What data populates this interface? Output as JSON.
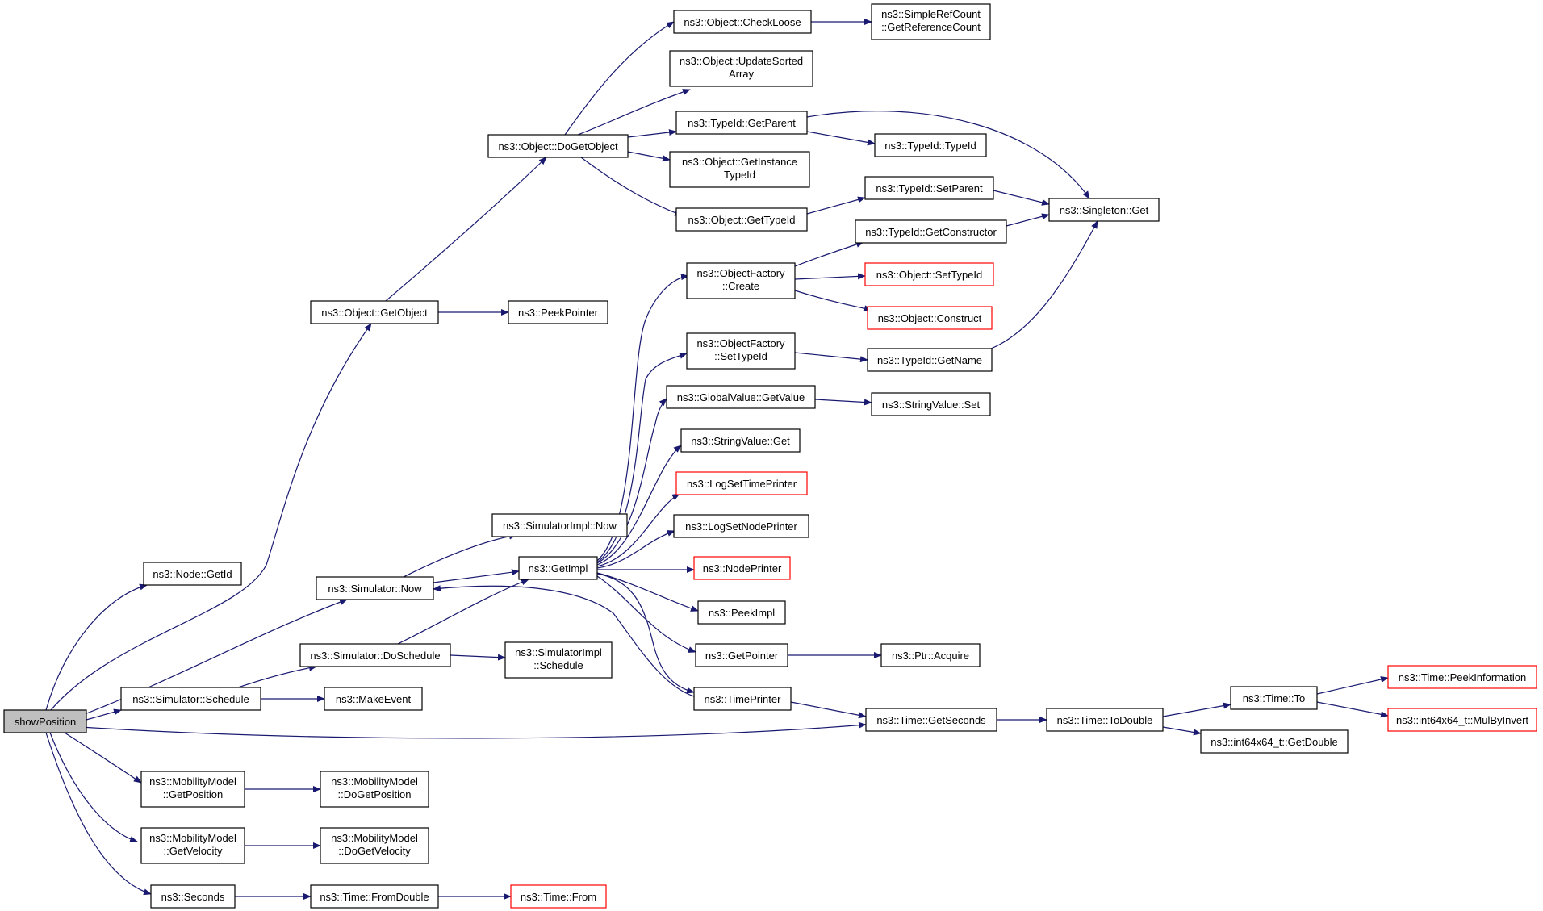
{
  "diagram": {
    "type": "call-graph",
    "colors": {
      "edge": "#191970",
      "border": "#000000",
      "truncated_border": "#ff0000",
      "root_fill": "#bfbfbf"
    },
    "nodes": [
      {
        "id": "root",
        "lines": [
          "showPosition"
        ],
        "root": true
      },
      {
        "id": "getid",
        "lines": [
          "ns3::Node::GetId"
        ]
      },
      {
        "id": "getobject",
        "lines": [
          "ns3::Object::GetObject"
        ]
      },
      {
        "id": "simnow",
        "lines": [
          "ns3::Simulator::Now"
        ]
      },
      {
        "id": "schedule",
        "lines": [
          "ns3::Simulator::Schedule"
        ]
      },
      {
        "id": "doschedule",
        "lines": [
          "ns3::Simulator::DoSchedule"
        ]
      },
      {
        "id": "makeevent",
        "lines": [
          "ns3::MakeEvent"
        ]
      },
      {
        "id": "getpos",
        "lines": [
          "ns3::MobilityModel",
          "::GetPosition"
        ]
      },
      {
        "id": "dogetpos",
        "lines": [
          "ns3::MobilityModel",
          "::DoGetPosition"
        ]
      },
      {
        "id": "getvel",
        "lines": [
          "ns3::MobilityModel",
          "::GetVelocity"
        ]
      },
      {
        "id": "dogetvel",
        "lines": [
          "ns3::MobilityModel",
          "::DoGetVelocity"
        ]
      },
      {
        "id": "seconds",
        "lines": [
          "ns3::Seconds"
        ]
      },
      {
        "id": "fromdouble",
        "lines": [
          "ns3::Time::FromDouble"
        ]
      },
      {
        "id": "from",
        "lines": [
          "ns3::Time::From"
        ],
        "red": true
      },
      {
        "id": "dogetobject",
        "lines": [
          "ns3::Object::DoGetObject"
        ]
      },
      {
        "id": "peekpointer",
        "lines": [
          "ns3::PeekPointer"
        ]
      },
      {
        "id": "implnow",
        "lines": [
          "ns3::SimulatorImpl::Now"
        ]
      },
      {
        "id": "getimpl",
        "lines": [
          "ns3::GetImpl"
        ]
      },
      {
        "id": "implsched",
        "lines": [
          "ns3::SimulatorImpl",
          "::Schedule"
        ]
      },
      {
        "id": "checkloose",
        "lines": [
          "ns3::Object::CheckLoose"
        ]
      },
      {
        "id": "updsorted",
        "lines": [
          "ns3::Object::UpdateSorted",
          "Array"
        ]
      },
      {
        "id": "getparent",
        "lines": [
          "ns3::TypeId::GetParent"
        ]
      },
      {
        "id": "getinst",
        "lines": [
          "ns3::Object::GetInstance",
          "TypeId"
        ]
      },
      {
        "id": "objgettypeid",
        "lines": [
          "ns3::Object::GetTypeId"
        ]
      },
      {
        "id": "refcount",
        "lines": [
          "ns3::SimpleRefCount",
          "::GetReferenceCount"
        ]
      },
      {
        "id": "typeidctor",
        "lines": [
          "ns3::TypeId::TypeId"
        ]
      },
      {
        "id": "setparent",
        "lines": [
          "ns3::TypeId::SetParent"
        ]
      },
      {
        "id": "getctor",
        "lines": [
          "ns3::TypeId::GetConstructor"
        ]
      },
      {
        "id": "singleton",
        "lines": [
          "ns3::Singleton::Get"
        ]
      },
      {
        "id": "ofcreate",
        "lines": [
          "ns3::ObjectFactory",
          "::Create"
        ]
      },
      {
        "id": "ofsettypeid",
        "lines": [
          "ns3::ObjectFactory",
          "::SetTypeId"
        ]
      },
      {
        "id": "objsettypeid",
        "lines": [
          "ns3::Object::SetTypeId"
        ],
        "red": true
      },
      {
        "id": "construct",
        "lines": [
          "ns3::Object::Construct"
        ],
        "red": true
      },
      {
        "id": "getname",
        "lines": [
          "ns3::TypeId::GetName"
        ]
      },
      {
        "id": "gvgetvalue",
        "lines": [
          "ns3::GlobalValue::GetValue"
        ]
      },
      {
        "id": "svset",
        "lines": [
          "ns3::StringValue::Set"
        ]
      },
      {
        "id": "svget",
        "lines": [
          "ns3::StringValue::Get"
        ]
      },
      {
        "id": "logtime",
        "lines": [
          "ns3::LogSetTimePrinter"
        ],
        "red": true
      },
      {
        "id": "lognode",
        "lines": [
          "ns3::LogSetNodePrinter"
        ]
      },
      {
        "id": "nodeprinter",
        "lines": [
          "ns3::NodePrinter"
        ],
        "red": true
      },
      {
        "id": "peekimpl",
        "lines": [
          "ns3::PeekImpl"
        ]
      },
      {
        "id": "getpointer",
        "lines": [
          "ns3::GetPointer"
        ]
      },
      {
        "id": "ptracquire",
        "lines": [
          "ns3::Ptr::Acquire"
        ]
      },
      {
        "id": "timeprinter",
        "lines": [
          "ns3::TimePrinter"
        ]
      },
      {
        "id": "getseconds",
        "lines": [
          "ns3::Time::GetSeconds"
        ]
      },
      {
        "id": "todouble",
        "lines": [
          "ns3::Time::ToDouble"
        ]
      },
      {
        "id": "timeto",
        "lines": [
          "ns3::Time::To"
        ]
      },
      {
        "id": "i64getdouble",
        "lines": [
          "ns3::int64x64_t::GetDouble"
        ]
      },
      {
        "id": "peekinfo",
        "lines": [
          "ns3::Time::PeekInformation"
        ],
        "red": true
      },
      {
        "id": "mulbyinv",
        "lines": [
          "ns3::int64x64_t::MulByInvert"
        ],
        "red": true
      }
    ]
  }
}
